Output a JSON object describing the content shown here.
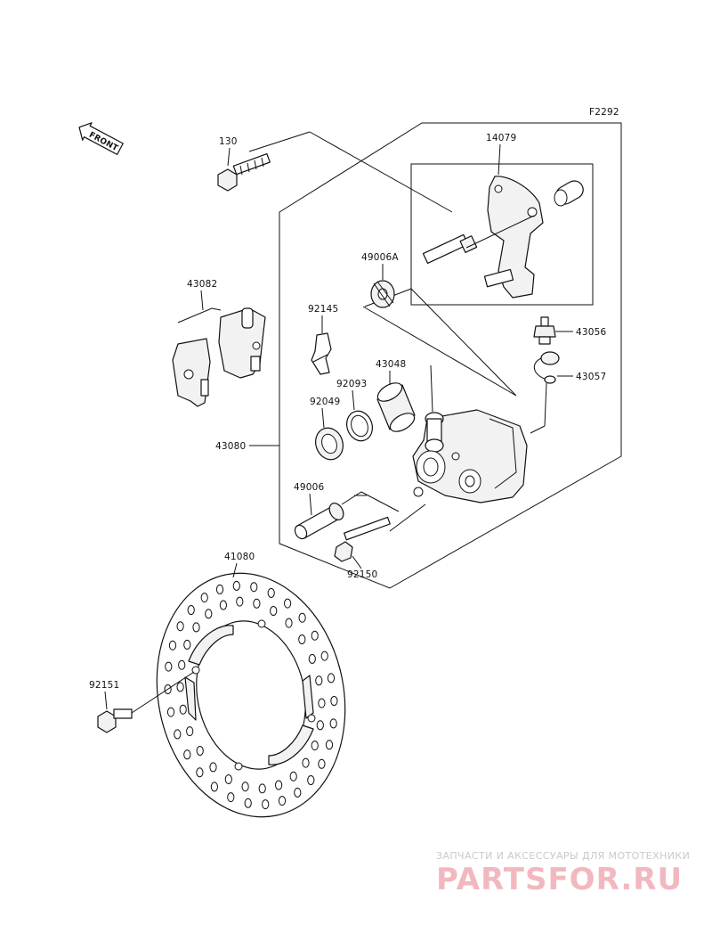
{
  "figure_code": "F2292",
  "front_arrow_text": "FRONT",
  "labels": {
    "p130": "130",
    "p14079": "14079",
    "p49006a": "49006A",
    "p43082": "43082",
    "p92145": "92145",
    "p43048": "43048",
    "p92093": "92093",
    "p92049": "92049",
    "p43080": "43080",
    "p43056": "43056",
    "p43057": "43057",
    "p49006": "49006",
    "p92150": "92150",
    "p41080": "41080",
    "p92151": "92151"
  },
  "watermark": {
    "tagline": "ЗАПЧАСТИ И АКСЕССУАРЫ ДЛЯ МОТОТЕХНИКИ",
    "brand": "PARTSFOR.RU"
  }
}
